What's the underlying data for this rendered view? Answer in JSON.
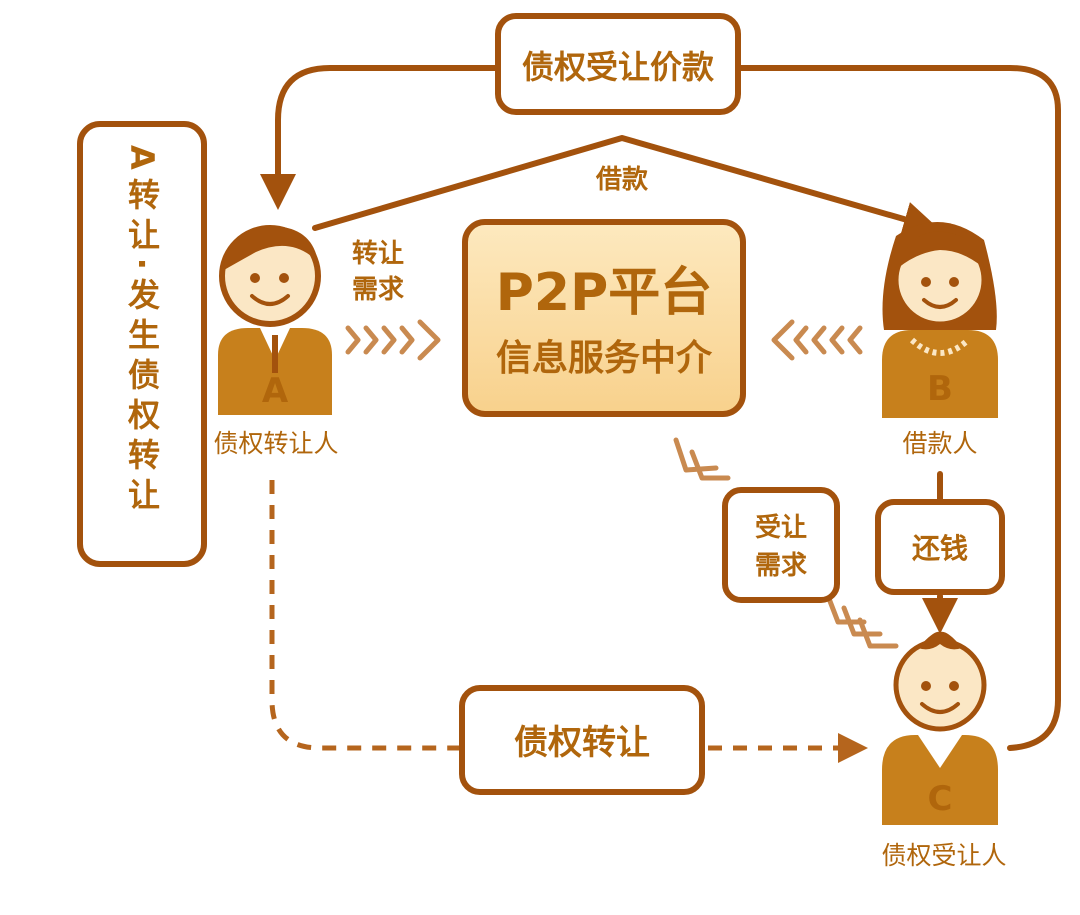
{
  "colors": {
    "box_border": "#a3520d",
    "label_text": "#b0660c",
    "person_body": "#c7801c",
    "skin": "#fbe7c5",
    "hair": "#a3520d",
    "platform_fill": "#fbdfa7"
  },
  "top_box": {
    "label": "债权受让价款"
  },
  "side_box": {
    "label": "A转让·发生债权转让"
  },
  "loan_label": "借款",
  "transfer_demand": {
    "line1": "转让",
    "line2": "需求"
  },
  "platform": {
    "line1": "P2P平台",
    "line2": "信息服务中介"
  },
  "person_a": {
    "letter": "A",
    "caption": "债权转让人",
    "icon": "man-avatar-icon"
  },
  "person_b": {
    "letter": "B",
    "caption": "借款人",
    "icon": "woman-avatar-icon"
  },
  "person_c": {
    "letter": "C",
    "caption": "债权受让人",
    "icon": "boy-avatar-icon"
  },
  "accept_demand": {
    "line1": "受让",
    "line2": "需求"
  },
  "repay_box": {
    "label": "还钱"
  },
  "bottom_box": {
    "label": "债权转让"
  }
}
